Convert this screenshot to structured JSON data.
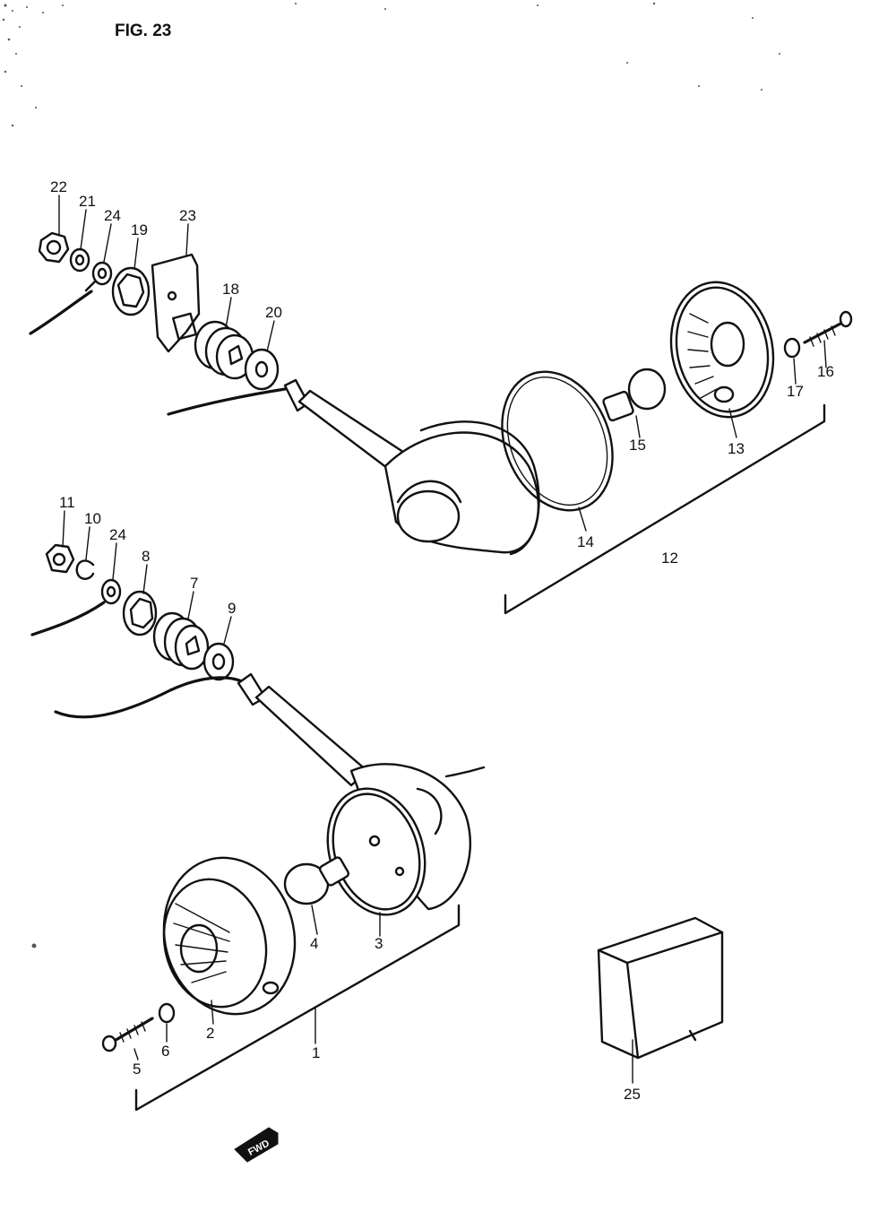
{
  "figure": {
    "title": "FIG. 23"
  },
  "parts": {
    "p1": "1",
    "p2": "2",
    "p3": "3",
    "p4": "4",
    "p5": "5",
    "p6": "6",
    "p7": "7",
    "p8": "8",
    "p9": "9",
    "p10": "10",
    "p11": "11",
    "p12": "12",
    "p13": "13",
    "p14": "14",
    "p15": "15",
    "p16": "16",
    "p17": "17",
    "p18": "18",
    "p19": "19",
    "p20": "20",
    "p21": "21",
    "p22": "22",
    "p23": "23",
    "p24_upper": "24",
    "p24_lower": "24",
    "p25": "25"
  },
  "direction_marker": {
    "label": "FWD"
  },
  "icons": {
    "direction": "arrow-left-icon"
  }
}
